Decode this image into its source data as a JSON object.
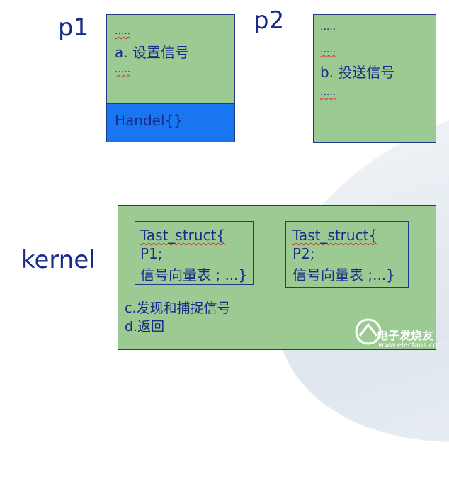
{
  "labels": {
    "p1": "p1",
    "p2": "p2",
    "kernel": "kernel"
  },
  "p1_box": {
    "dots1": ".....",
    "line_a": "a.  设置信号",
    "dots2": ".....",
    "handler": "Handel{}"
  },
  "p2_box": {
    "dots1": ".....",
    "dots2": ".....",
    "line_b": "b.  投送信号",
    "dots3": "....."
  },
  "kernel_box": {
    "struct1": {
      "l1": "Tast_struct{",
      "l2": "P1;",
      "l3": "信号向量表 ; ...}"
    },
    "struct2": {
      "l1": "Tast_struct{",
      "l2": "P2;",
      "l3": "信号向量表 ;...}"
    },
    "step_c": "c.发现和捕捉信号",
    "step_d": "d.返回"
  },
  "watermark": {
    "text": "电子发烧友",
    "url": "www.elecfans.com"
  },
  "colors": {
    "box_green": "#9bcb92",
    "handler_blue": "#1877f0",
    "border": "#1f3a88",
    "text": "#1a2a8a"
  }
}
